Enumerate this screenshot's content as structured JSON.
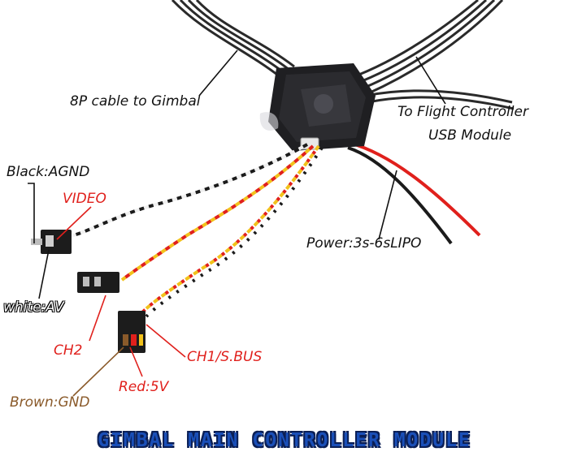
{
  "labels": {
    "cable_gimbal": "8P cable to Gimbal",
    "flight_controller_line1": "To Flight Controller",
    "flight_controller_line2": "USB Module",
    "black_agnd": "Black:AGND",
    "video": "VIDEO",
    "power": "Power:3s-6sLIPO",
    "white_av": "white:AV",
    "ch2": "CH2",
    "ch1_sbus": "CH1/S.BUS",
    "red_5v": "Red:5V",
    "brown_gnd": "Brown:GND"
  },
  "title": "GIMBAL MAIN CONTROLLER MODULE",
  "colors": {
    "label_black": "#111111",
    "label_red": "#e0201c",
    "label_brown": "#8a5a2a",
    "title_fill": "#1a4fb8",
    "wire_red": "#e0201c",
    "wire_yellow": "#f2c21b",
    "wire_black": "#1b1b1b"
  }
}
